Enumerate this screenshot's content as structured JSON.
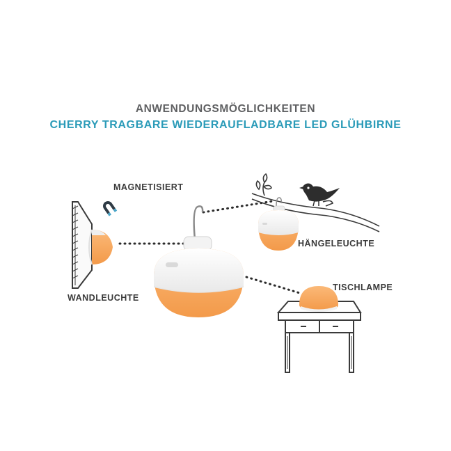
{
  "heading": {
    "line1": "ANWENDUNGSMÖGLICHKEITEN",
    "line2": "CHERRY TRAGBARE WIEDERAUFLADBARE LED GLÜHBIRNE"
  },
  "labels": {
    "magnetized": "MAGNETISIERT",
    "wall": "WANDLEUCHTE",
    "hanging": "HÄNGELEUCHTE",
    "table": "TISCHLAMPE"
  },
  "icons": [
    "magnet-icon",
    "bird-icon",
    "branch-icon",
    "table-icon",
    "wall-icon",
    "hook-icon"
  ],
  "colors": {
    "heading_gray": "#5f6062",
    "heading_blue": "#2b9bb8",
    "lamp_orange": "#f5a45c",
    "lamp_white": "#f4f4f4"
  }
}
